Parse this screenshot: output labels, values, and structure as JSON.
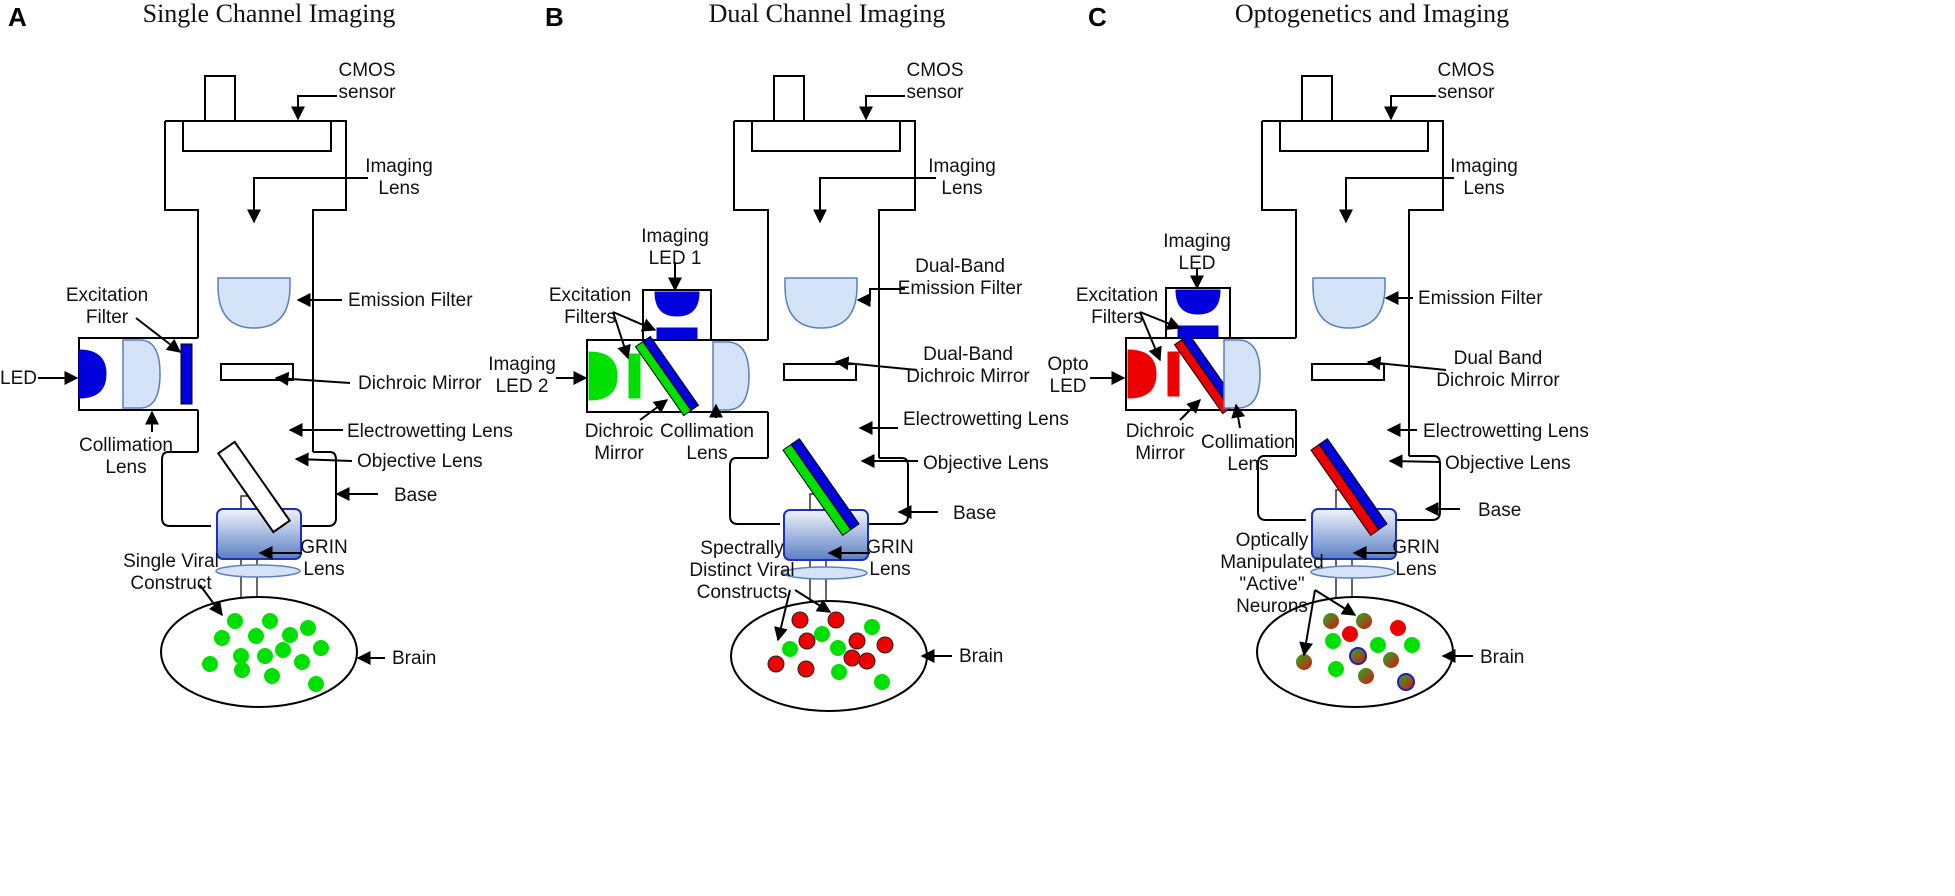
{
  "panels": [
    {
      "letter": "A",
      "title": "Single Channel Imaging",
      "labels": {
        "cmos": [
          "CMOS",
          "sensor"
        ],
        "imaging_lens": [
          "Imaging",
          "Lens"
        ],
        "emission_filter": [
          "Emission Filter"
        ],
        "excitation_filter": [
          "Excitation",
          "Filter"
        ],
        "led": [
          "LED"
        ],
        "dichroic_mirror": [
          "Dichroic Mirror"
        ],
        "collimation_lens": [
          "Collimation",
          "Lens"
        ],
        "electrowetting_lens": [
          "Electrowetting Lens"
        ],
        "objective_lens": [
          "Objective Lens"
        ],
        "base": [
          "Base"
        ],
        "grin_lens": [
          "GRIN",
          "Lens"
        ],
        "construct": [
          "Single Viral",
          "Construct"
        ],
        "brain": [
          "Brain"
        ]
      }
    },
    {
      "letter": "B",
      "title": "Dual Channel Imaging",
      "labels": {
        "cmos": [
          "CMOS",
          "sensor"
        ],
        "imaging_lens": [
          "Imaging",
          "Lens"
        ],
        "imaging_led_1": [
          "Imaging",
          "LED 1"
        ],
        "emission_filter": [
          "Dual-Band",
          "Emission Filter"
        ],
        "excitation_filter": [
          "Excitation",
          "Filters"
        ],
        "led": [
          "Imaging",
          "LED 2"
        ],
        "dichroic_mirror": [
          "Dual-Band",
          "Dichroic Mirror"
        ],
        "dichroic_mirror_side": [
          "Dichroic",
          "Mirror"
        ],
        "collimation_lens": [
          "Collimation",
          "Lens"
        ],
        "electrowetting_lens": [
          "Electrowetting Lens"
        ],
        "objective_lens": [
          "Objective Lens"
        ],
        "base": [
          "Base"
        ],
        "grin_lens": [
          "GRIN",
          "Lens"
        ],
        "construct": [
          "Spectrally",
          "Distinct Viral",
          "Constructs"
        ],
        "brain": [
          "Brain"
        ]
      }
    },
    {
      "letter": "C",
      "title": "Optogenetics and Imaging",
      "labels": {
        "cmos": [
          "CMOS",
          "sensor"
        ],
        "imaging_lens": [
          "Imaging",
          "Lens"
        ],
        "imaging_led_1": [
          "Imaging",
          "LED"
        ],
        "emission_filter": [
          "Emission Filter"
        ],
        "excitation_filter": [
          "Excitation",
          "Filters"
        ],
        "led": [
          "Opto",
          "LED"
        ],
        "dichroic_mirror": [
          "Dual Band",
          "Dichroic Mirror"
        ],
        "dichroic_mirror_side": [
          "Dichroic",
          "Mirror"
        ],
        "collimation_lens": [
          "Collimation",
          "Lens"
        ],
        "electrowetting_lens": [
          "Electrowetting Lens"
        ],
        "objective_lens": [
          "Objective Lens"
        ],
        "base": [
          "Base"
        ],
        "grin_lens": [
          "GRIN",
          "Lens"
        ],
        "construct": [
          "Optically",
          "Manipulated",
          "\"Active\"",
          "Neurons"
        ],
        "brain": [
          "Brain"
        ]
      }
    }
  ],
  "colors": {
    "green": "#00e000",
    "blue": "#0000dd",
    "red": "#ee0000",
    "lens_fill": "#d4e3f7",
    "lens_stroke": "#5b7fbf",
    "ew_top": "#f0f4fb",
    "ew_bottom": "#5a7fc4",
    "ew_stroke": "#1c2fc0"
  }
}
